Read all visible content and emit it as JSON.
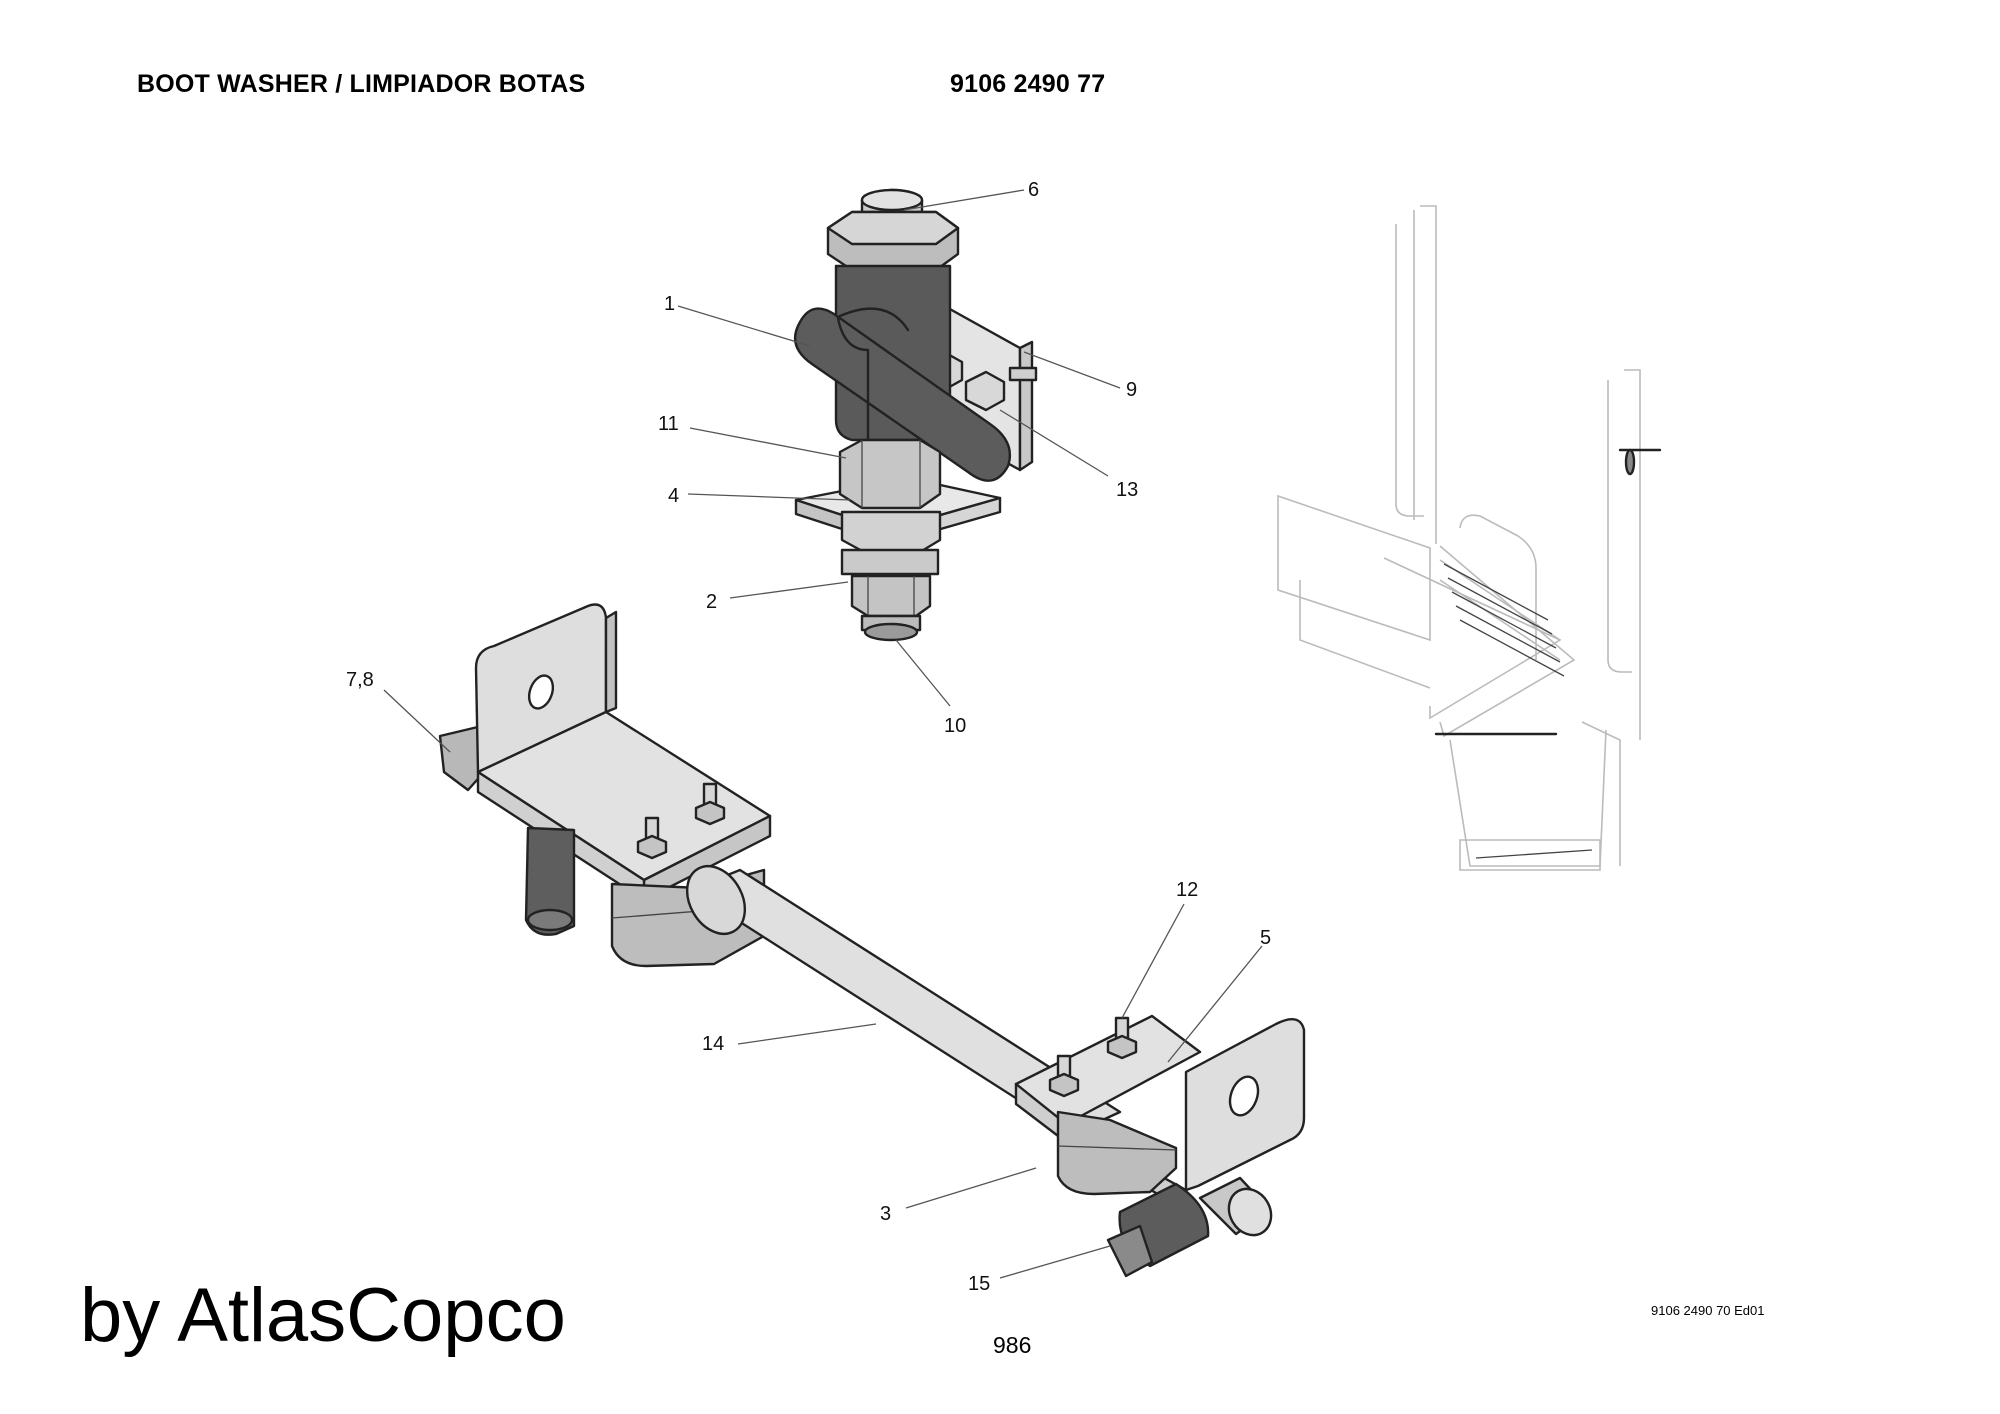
{
  "header": {
    "title": "BOOT WASHER / LIMPIADOR BOTAS",
    "part_number": "9106 2490 77"
  },
  "callouts": [
    {
      "label": "1"
    },
    {
      "label": "2"
    },
    {
      "label": "3"
    },
    {
      "label": "4"
    },
    {
      "label": "5"
    },
    {
      "label": "6"
    },
    {
      "label": "7,8"
    },
    {
      "label": "9"
    },
    {
      "label": "10"
    },
    {
      "label": "11"
    },
    {
      "label": "12"
    },
    {
      "label": "13"
    },
    {
      "label": "14"
    },
    {
      "label": "15"
    }
  ],
  "footer": {
    "brand": "by AtlasCopco",
    "page_number": "986",
    "document_ref": "9106 2490 70 Ed01"
  },
  "colors": {
    "dark_part": "#5a5a5a",
    "light_part": "#dcdcdc",
    "mid_part": "#b8b8b8",
    "outline": "#222222"
  }
}
